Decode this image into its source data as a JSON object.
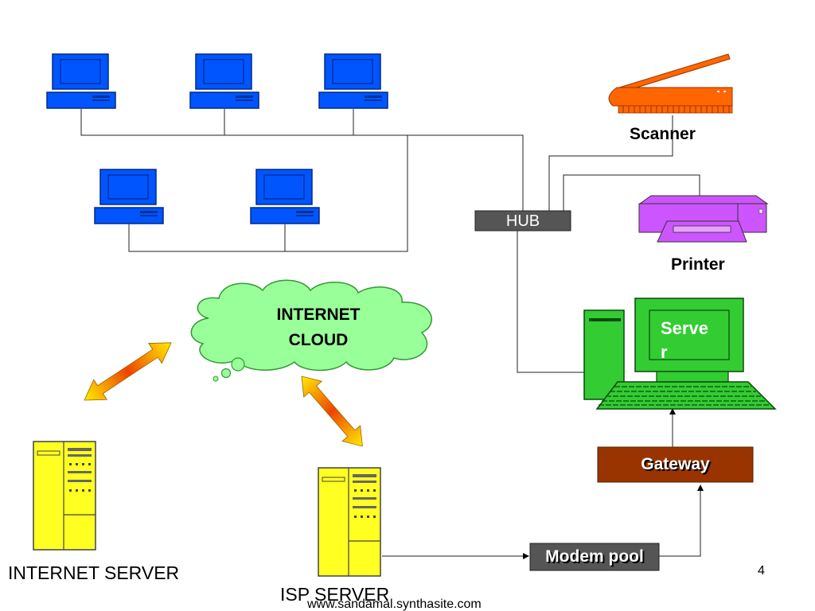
{
  "labels": {
    "scanner": "Scanner",
    "printer": "Printer",
    "hub": "HUB",
    "cloud_line1": "INTERNET",
    "cloud_line2": "CLOUD",
    "server_line1": "Serve",
    "server_line2": "r",
    "gateway": "Gateway",
    "modem_pool": "Modem pool",
    "internet_server": "INTERNET SERVER",
    "isp_server": "ISP SERVER",
    "footer_url": "www.sandamal.synthasite.com",
    "page_number": "4"
  },
  "colors": {
    "computer_blue": "#0055ff",
    "scanner_orange": "#ff6600",
    "printer_purple": "#cc55ff",
    "server_green": "#33cc33",
    "cloud_green": "#99ff99",
    "server_tower_yellow": "#ffff22",
    "gateway_brown": "#993300",
    "hub_gray": "#555555",
    "arrow_yellow": "#ffee00",
    "arrow_red": "#ee4400"
  },
  "icons": [
    "desktop-computer-icon",
    "scanner-icon",
    "printer-icon",
    "server-computer-icon",
    "server-tower-icon",
    "cloud-icon",
    "double-arrow-icon"
  ]
}
